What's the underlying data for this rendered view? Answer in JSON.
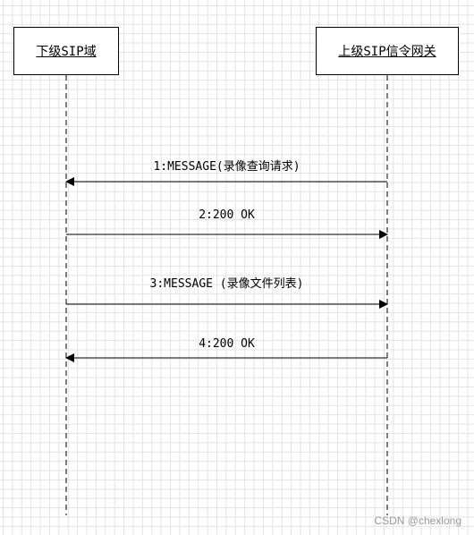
{
  "diagram": {
    "lifelines": [
      {
        "label": "下级SIP域"
      },
      {
        "label": "上级SIP信令网关"
      }
    ],
    "messages": [
      {
        "label": "1:MESSAGE(录像查询请求)",
        "from": 1,
        "to": 0
      },
      {
        "label": "2:200 OK",
        "from": 0,
        "to": 1
      },
      {
        "label": "3:MESSAGE (录像文件列表)",
        "from": 0,
        "to": 1
      },
      {
        "label": "4:200 OK",
        "from": 1,
        "to": 0
      }
    ]
  },
  "watermark": "CSDN @chexlong"
}
